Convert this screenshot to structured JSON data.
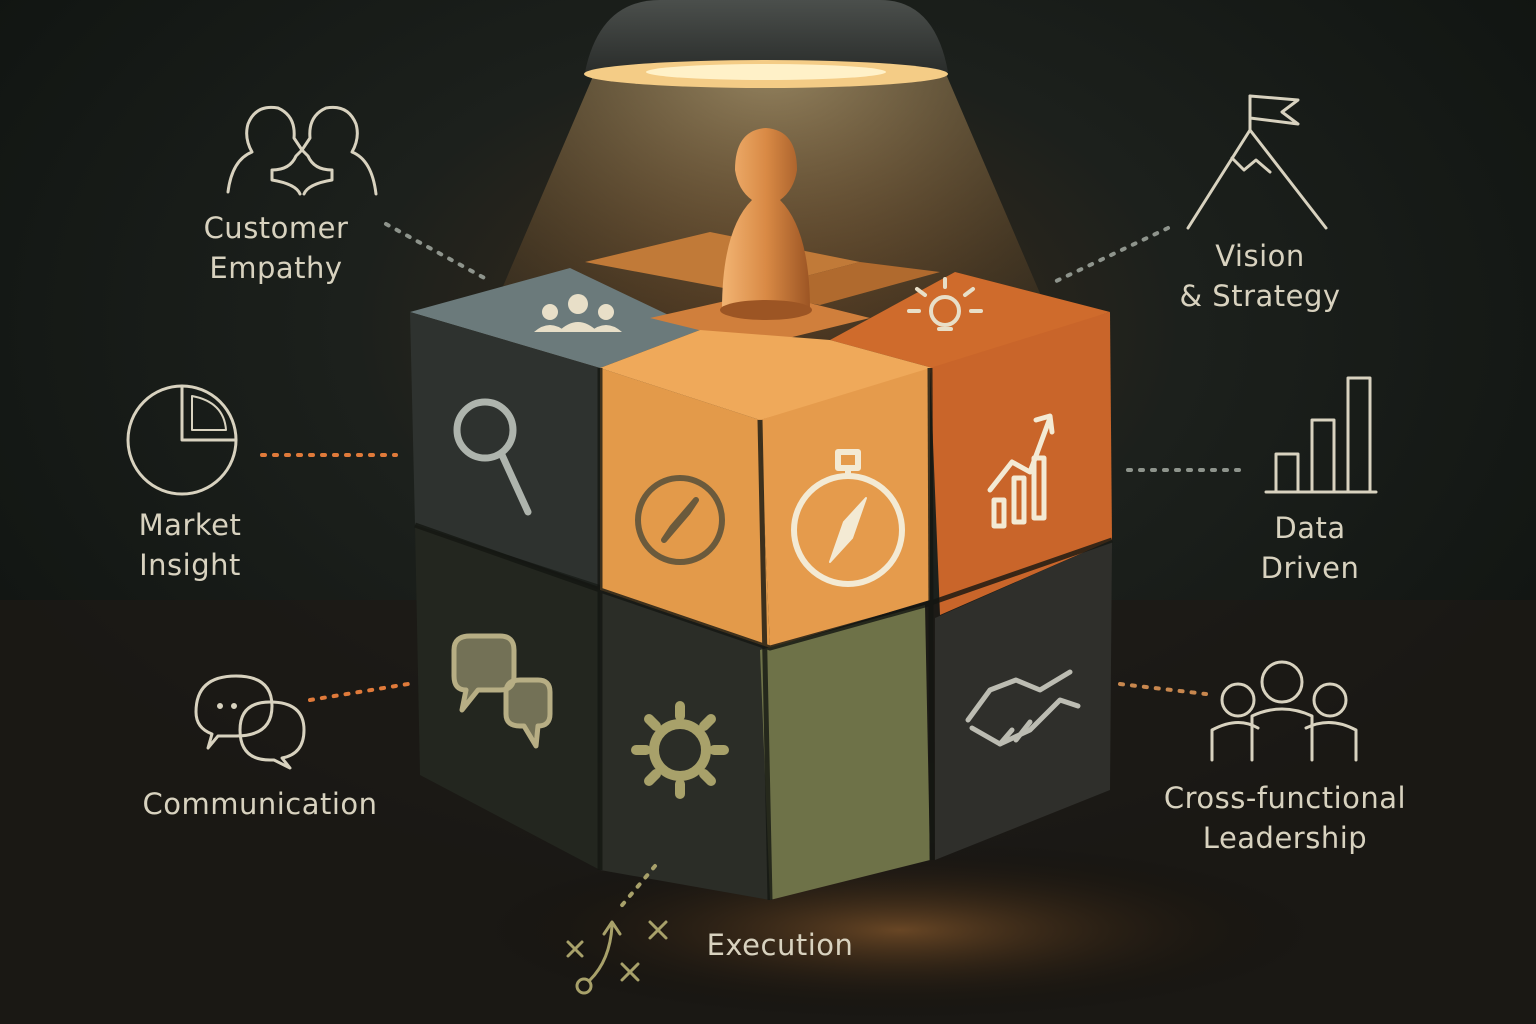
{
  "palette": {
    "background": "#151a17",
    "chalk": "#d8d2bf",
    "accent_orange": "#e07a3a",
    "block_amber": "#e39a4a",
    "block_orange": "#cf6b2c",
    "block_slate": "#6b7a7b",
    "block_olive": "#6e7248",
    "block_dark": "#2a2b27",
    "lamp_glow": "#f4cc86"
  },
  "labels": {
    "customer_empathy": [
      "Customer",
      "Empathy"
    ],
    "vision_strategy": [
      "Vision",
      "& Strategy"
    ],
    "market_insight": [
      "Market",
      "Insight"
    ],
    "data_driven": [
      "Data",
      "Driven"
    ],
    "communication": "Communication",
    "cross_functional": [
      "Cross-functional",
      "Leadership"
    ],
    "execution": "Execution"
  },
  "icons": {
    "outer": [
      "two-heads-icon",
      "mountain-flag-icon",
      "pie-chart-icon",
      "bar-chart-icon",
      "speech-bubbles-icon",
      "team-icon",
      "play-diagram-icon"
    ],
    "blocks": [
      "people-icon",
      "lightbulb-icon",
      "magnifier-icon",
      "compass-icon",
      "stopwatch-compass-icon",
      "growth-chart-icon",
      "chat-bubbles-icon",
      "gear-icon",
      "handshake-icon"
    ],
    "center": "game-pawn"
  }
}
